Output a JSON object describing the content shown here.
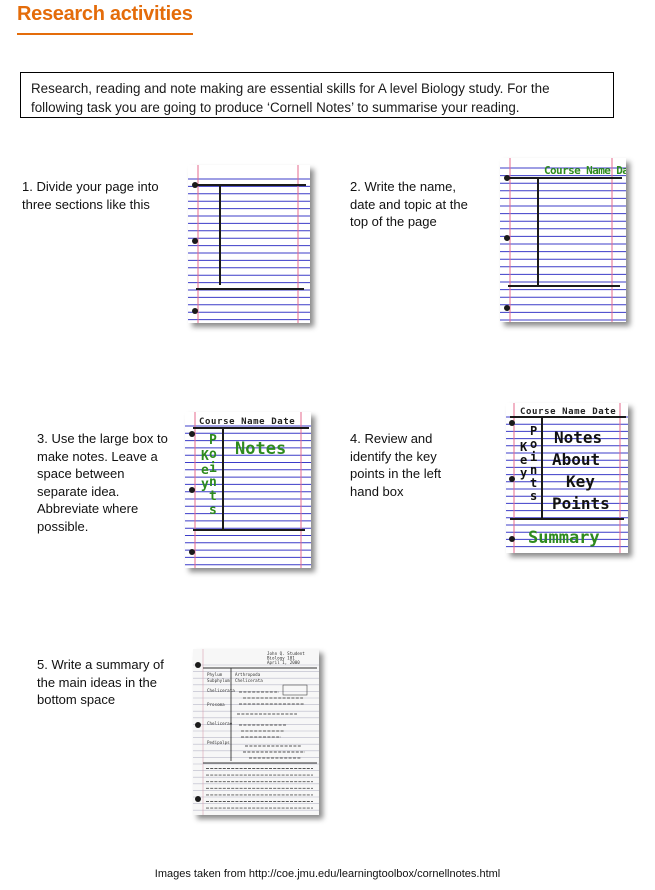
{
  "page": {
    "title": "Research activities",
    "intro": "Research, reading and note making are essential skills for A level Biology study. For the following task you are going to produce ‘Cornell Notes’ to summarise your reading.",
    "footer": "Images taken from http://coe.jmu.edu/learningtoolbox/cornellnotes.html"
  },
  "steps": [
    {
      "text": "1. Divide your page into three sections like this"
    },
    {
      "text": "2. Write the name, date and topic at the top of the page"
    },
    {
      "text": "3. Use the large box to make notes. Leave a space between separate idea. Abbreviate where possible."
    },
    {
      "text": "4. Review and identify the key points in the left hand box"
    },
    {
      "text": "5. Write a summary of the main ideas in the bottom space"
    }
  ],
  "images": {
    "header_text": "Course Name Date",
    "key": "Key",
    "points": "Points",
    "notes": "Notes",
    "notes_about": "Notes About",
    "key_points": "Key Points",
    "summary": "Summary",
    "example": {
      "header": [
        "John Q. Student",
        "Biology 101",
        "April 1, 2000"
      ],
      "left_col": [
        "Phylum",
        "Subphylum",
        "Chelicerata",
        "Prosoma",
        "Chelicerae",
        "Pedipalps"
      ],
      "right_col": [
        "Arthropoda",
        "Chelicerata"
      ]
    }
  },
  "colors": {
    "title": "#e46c0a",
    "ruled_line": "#3c3cc8",
    "margin_line": "#e66a8c",
    "section_line": "#1a1a1a",
    "green_text": "#2e8b1e"
  }
}
